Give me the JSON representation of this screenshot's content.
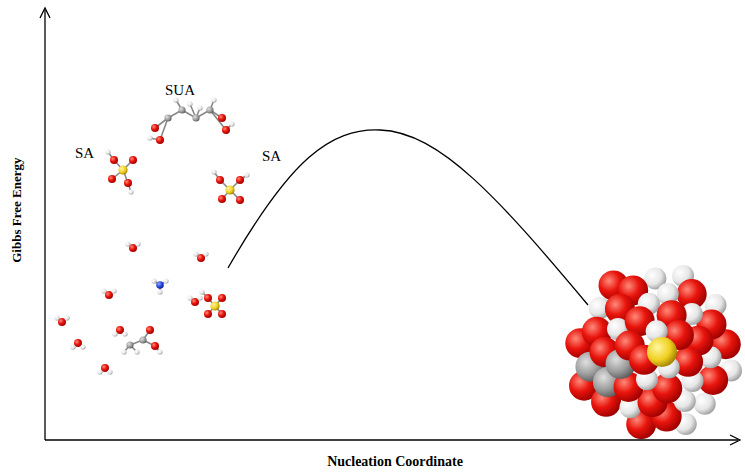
{
  "diagram": {
    "labels": [
      "SA",
      "SUA",
      "SA",
      "Gibbs Free Energy",
      "Nucleation Coordinate"
    ]
  }
}
